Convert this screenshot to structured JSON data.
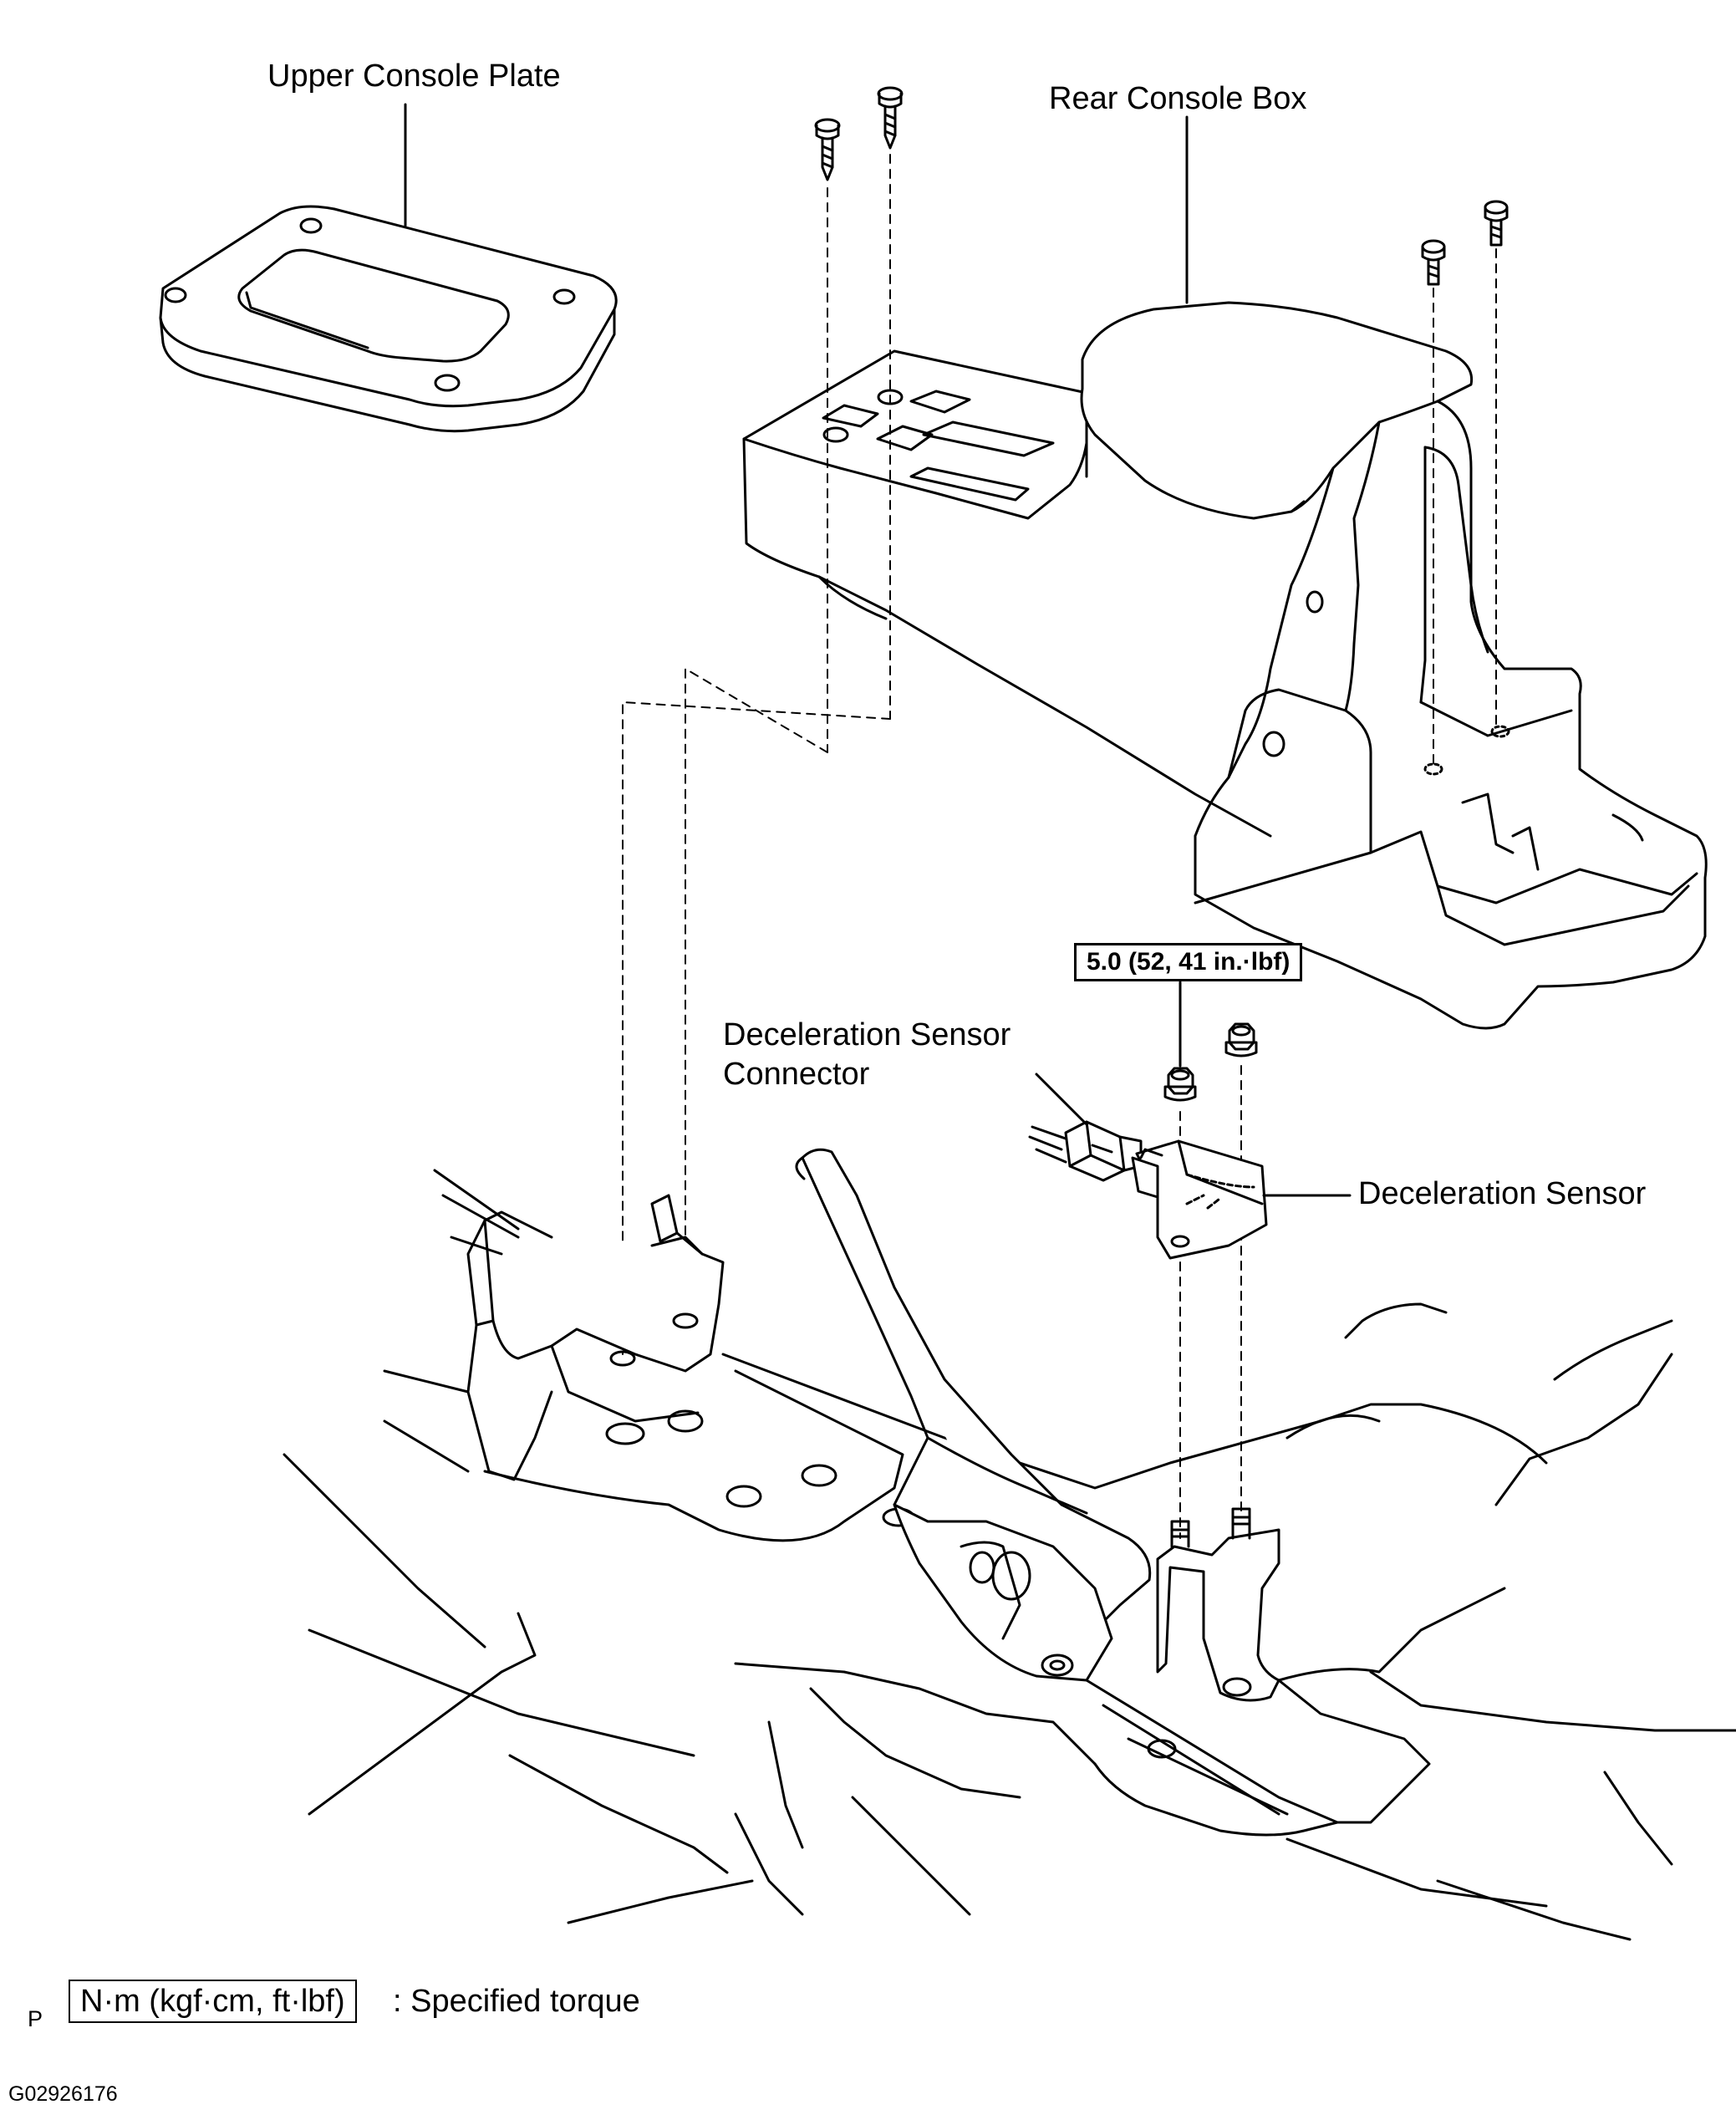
{
  "labels": {
    "upper_console_plate": "Upper Console Plate",
    "rear_console_box": "Rear Console Box",
    "decel_sensor_connector_line1": "Deceleration Sensor",
    "decel_sensor_connector_line2": "Connector",
    "deceleration_sensor": "Deceleration Sensor"
  },
  "torque_spec": "5.0 (52, 41 in.·lbf)",
  "legend": {
    "box_text": "N·m (kgf·cm, ft·lbf)",
    "description": ": Specified torque"
  },
  "footer": {
    "letter": "P",
    "figure_id": "G02926176"
  },
  "icons": {
    "screw": "screw-icon",
    "bolt": "bolt-icon",
    "nut": "nut-icon"
  }
}
